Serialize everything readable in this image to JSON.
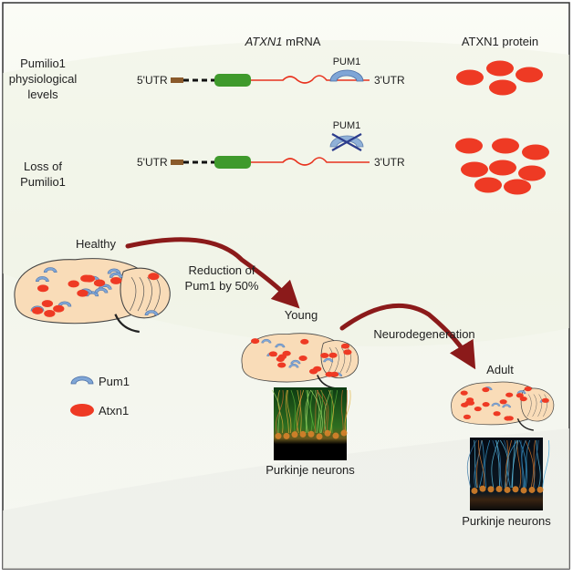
{
  "header": {
    "mrna_title_gene": "ATXN1",
    "mrna_title_suffix": " mRNA",
    "protein_title": "ATXN1 protein"
  },
  "conditions": [
    {
      "label_lines": [
        "Pumilio1",
        "physiological",
        "levels"
      ],
      "utr5": "5'UTR",
      "utr3": "3'UTR",
      "pum_label": "PUM1",
      "pum_bound": true,
      "protein_count": 4
    },
    {
      "label_lines": [
        "Loss of",
        "Pumilio1"
      ],
      "utr5": "5'UTR",
      "utr3": "3'UTR",
      "pum_label": "PUM1",
      "pum_bound": false,
      "protein_count": 8
    }
  ],
  "stages": {
    "healthy": "Healthy",
    "young": "Young",
    "adult": "Adult"
  },
  "transitions": {
    "reduction_line1": "Reduction of",
    "reduction_line2": "Pum1 by 50%",
    "neurodegeneration": "Neurodegeneration"
  },
  "legend": {
    "pum1": "Pum1",
    "atxn1": "Atxn1"
  },
  "micrographs": {
    "young_caption": "Purkinje neurons",
    "adult_caption": "Purkinje neurons"
  },
  "colors": {
    "atxn1_red": "#ee3a24",
    "pum1_blue": "#7fa6d6",
    "brain_fill": "#f9dcb8",
    "arrow_dark_red": "#8b1a1a",
    "cds_green": "#3f9a2c",
    "utr_brown": "#8a5a2b",
    "mrna_red": "#e8321e"
  }
}
